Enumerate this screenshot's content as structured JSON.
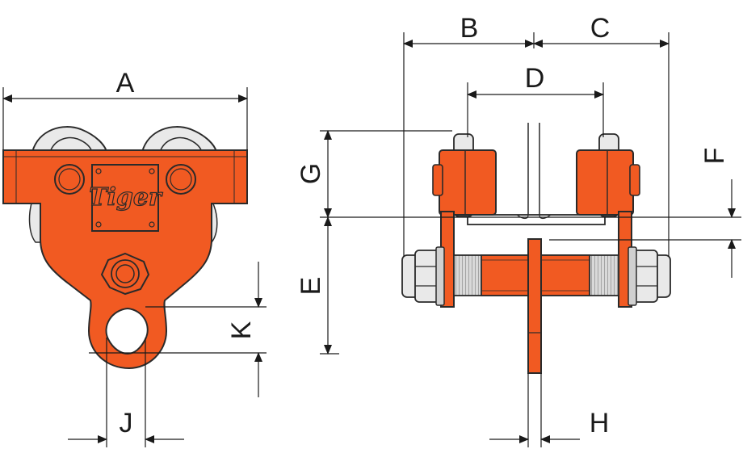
{
  "brand": {
    "logo_text": "Tiger"
  },
  "colors": {
    "body_orange": "#f15a22",
    "outline": "#2a2a2a",
    "wheel_grey": "#e9e9e9",
    "thread_grey": "#cfcfcf",
    "dimension_line": "#1a1a1a"
  },
  "dimensions": {
    "A": "A",
    "B": "B",
    "C": "C",
    "D": "D",
    "E": "E",
    "F": "F",
    "G": "G",
    "H": "H",
    "J": "J",
    "K": "K"
  }
}
